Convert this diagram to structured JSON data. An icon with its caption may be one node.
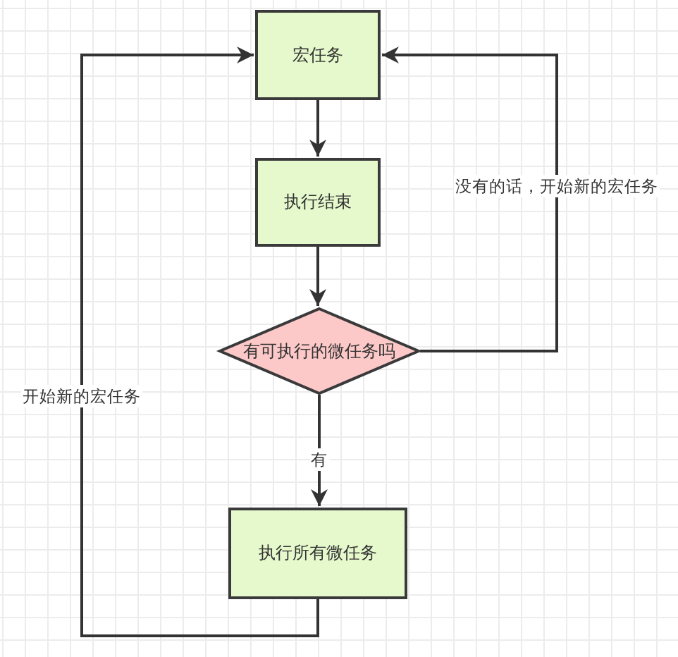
{
  "diagram": {
    "nodes": [
      {
        "text": [
          "宏任务"
        ]
      },
      {
        "text": [
          "执行结束"
        ]
      },
      {
        "text": [
          "有可执行的微任务吗"
        ]
      },
      {
        "text": [
          "执行所有微任务"
        ]
      }
    ],
    "edges": [
      {
        "from": 0,
        "to": 1,
        "arrow": "to"
      },
      {
        "from": 1,
        "to": 2,
        "arrow": "to"
      },
      {
        "from": 2,
        "to": 3,
        "arrow": "to",
        "label": "有"
      },
      {
        "from": 2,
        "to": 0,
        "arrow": "to",
        "label": "没有的话，开始新的宏任务"
      },
      {
        "from": 3,
        "to": 0,
        "arrow": "to",
        "label": "开始新的宏任务"
      }
    ]
  }
}
